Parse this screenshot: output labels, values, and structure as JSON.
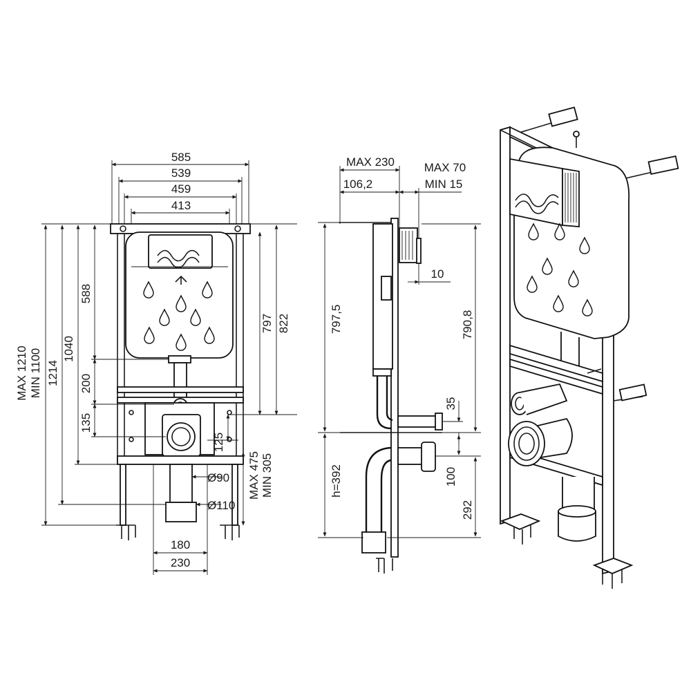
{
  "front_view": {
    "dims": {
      "w585": "585",
      "w539": "539",
      "w459": "459",
      "w413": "413",
      "max1210": "MAX 1210",
      "min1100": "MIN 1100",
      "h1214": "1214",
      "h1040": "1040",
      "h588": "588",
      "h200": "200",
      "h135": "135",
      "h797": "797",
      "h822": "822",
      "h125": "125",
      "max475": "MAX 475",
      "min305": "MIN 305",
      "d90": "Ø90",
      "d110": "Ø110",
      "w180": "180",
      "w230": "230"
    }
  },
  "side_view": {
    "dims": {
      "max230": "MAX 230",
      "d1062": "106,2",
      "max70": "MAX 70",
      "min15": "MIN 15",
      "d10": "10",
      "h7975": "797,5",
      "h7908": "790,8",
      "d35": "35",
      "h392": "h=392",
      "d100": "100",
      "d292": "292"
    }
  }
}
